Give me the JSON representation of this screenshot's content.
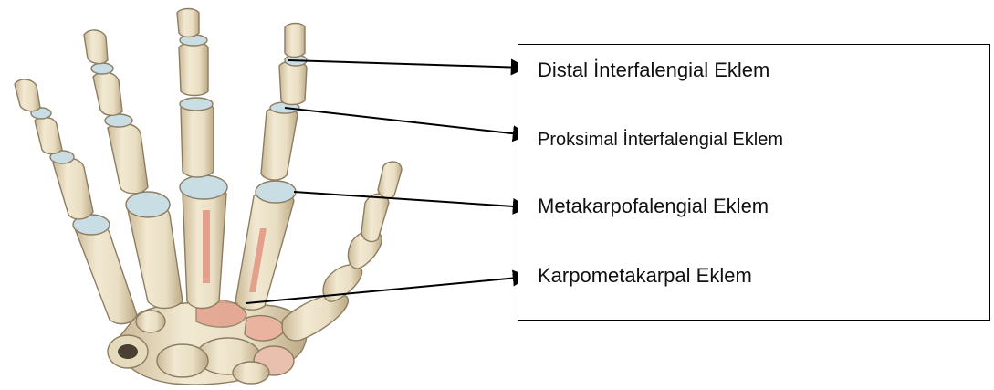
{
  "labels": {
    "distal": "Distal İnterfalengial Eklem",
    "proksimal": "Proksimal İnterfalengial Eklem",
    "metakarpofalengial": "Metakarpofalengial Eklem",
    "karpometakarpal": "Karpometakarpal Eklem"
  },
  "colors": {
    "bone": "#ede3c8",
    "bone_shade": "#c9b893",
    "bone_outline": "#8c7d62",
    "cartilage": "#b9d3dc",
    "marrow": "#e3a08c",
    "leader_line": "#000000"
  }
}
